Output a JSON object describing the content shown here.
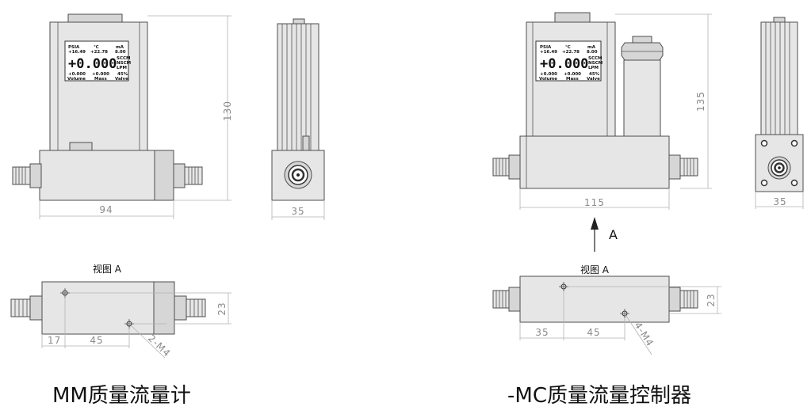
{
  "left": {
    "front": {
      "lcd": {
        "top_labels": [
          "PSIA",
          "℃",
          "mA"
        ],
        "top_values": [
          "+16.49",
          "+22.78",
          "8.00"
        ],
        "main": "+0.000",
        "units": [
          "SCCM",
          "NSCM",
          "LPM"
        ],
        "bottom_values": [
          "+0.000",
          "+0.000",
          "45%"
        ],
        "bottom_labels": [
          "Volume",
          "Mass",
          "Valve"
        ]
      },
      "height": "130",
      "width": "94"
    },
    "side": {
      "width": "35"
    },
    "view": {
      "title": "视图 A",
      "d1": "17",
      "d2": "45",
      "d3": "23",
      "hole": "2-M4"
    },
    "caption": "MM质量流量计"
  },
  "right": {
    "front": {
      "lcd": {
        "top_labels": [
          "PSIA",
          "℃",
          "mA"
        ],
        "top_values": [
          "+16.49",
          "+22.78",
          "8.00"
        ],
        "main": "+0.000",
        "units": [
          "SCCM",
          "NSCM",
          "LPM"
        ],
        "bottom_values": [
          "+0.000",
          "+0.000",
          "45%"
        ],
        "bottom_labels": [
          "Volume",
          "Mass",
          "Valve"
        ]
      },
      "height": "135",
      "width": "115",
      "arrow": "A"
    },
    "side": {
      "width": "35"
    },
    "view": {
      "title": "视图 A",
      "d1": "35",
      "d2": "45",
      "d3": "23",
      "hole": "4-M4"
    },
    "caption": "-MC质量流量控制器"
  }
}
